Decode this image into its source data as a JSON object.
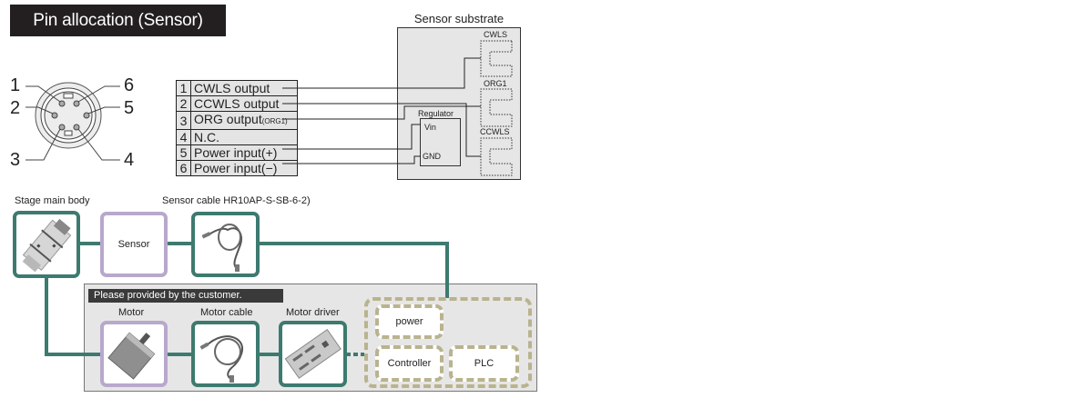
{
  "title": "Pin allocation (Sensor)",
  "connector": {
    "pins_left": [
      "1",
      "2",
      "3"
    ],
    "pins_right": [
      "6",
      "5",
      "4"
    ]
  },
  "pin_table": [
    {
      "num": "1",
      "label": "CWLS output",
      "sub": ""
    },
    {
      "num": "2",
      "label": "CCWLS output",
      "sub": ""
    },
    {
      "num": "3",
      "label": "ORG output",
      "sub": "(ORG1)"
    },
    {
      "num": "4",
      "label": "N.C.",
      "sub": ""
    },
    {
      "num": "5",
      "label": "Power input(+)",
      "sub": ""
    },
    {
      "num": "6",
      "label": "Power input(−)",
      "sub": ""
    }
  ],
  "substrate": {
    "title": "Sensor substrate",
    "sensors": [
      "CWLS",
      "ORG1",
      "CCWLS"
    ],
    "regulator": {
      "title": "Regulator",
      "vin": "Vin",
      "gnd": "GND"
    }
  },
  "system": {
    "stage_label": "Stage main body",
    "sensor_label": "Sensor",
    "sensor_cable_label": "Sensor cable  HR10AP-S-SB-6-2)",
    "customer_label": "Please provided by the customer.",
    "motor_label": "Motor",
    "motor_cable_label": "Motor cable",
    "motor_driver_label": "Motor driver",
    "power_label": "power",
    "controller_label": "Controller",
    "plc_label": "PLC"
  },
  "colors": {
    "teal": "#3d7a6f",
    "lavender": "#b8a8cc",
    "khaki": "#b9b38e",
    "dark": "#231f20"
  }
}
